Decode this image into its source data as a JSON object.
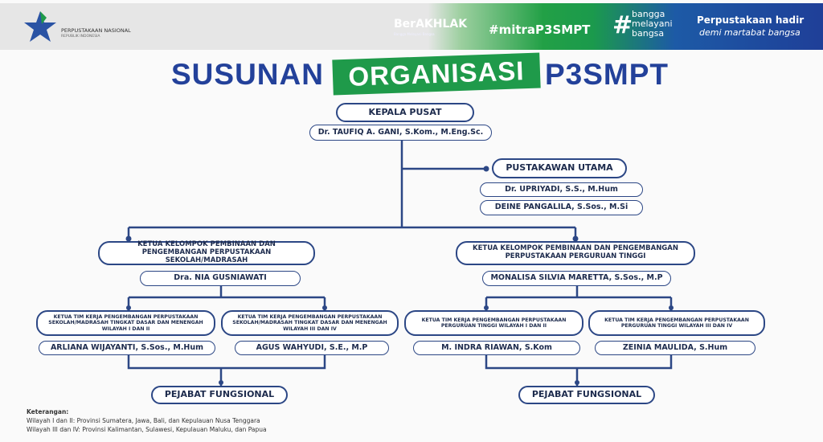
{
  "header": {
    "logo_title": "PERPUSTAKAAN NASIONAL",
    "logo_subtitle": "REPUBLIK INDONESIA",
    "berakhlak": "BerAKHLAK",
    "berakhlak_sub": "Bangga Melayani Bangsa",
    "hashtag": "#mitraP3SMPT",
    "bangga": [
      "bangga",
      "melayani",
      "bangsa"
    ],
    "slogan_title": "Perpustakaan hadir",
    "slogan_sub": "demi martabat bangsa"
  },
  "title": {
    "part1": "SUSUNAN",
    "part2": "ORGANISASI",
    "part3": "P3SMPT"
  },
  "kepala": {
    "role": "KEPALA PUSAT",
    "name": "Dr. TAUFIQ A. GANI, S.Kom., M.Eng.Sc."
  },
  "pustakawan": {
    "role": "PUSTAKAWAN UTAMA",
    "names": [
      "Dr. UPRIYADI, S.S., M.Hum",
      "DEINE PANGALILA, S.Sos., M.Si"
    ]
  },
  "left": {
    "role": "KETUA KELOMPOK PEMBINAAN DAN PENGEMBANGAN PERPUSTAKAAN SEKOLAH/MADRASAH",
    "name": "Dra. NIA GUSNIAWATI",
    "teams": [
      {
        "role": "KETUA TIM KERJA PENGEMBANGAN PERPUSTAKAAN SEKOLAH/MADRASAH TINGKAT DASAR DAN MENENGAH WILAYAH I DAN II",
        "name": "ARLIANA WIJAYANTI, S.Sos., M.Hum"
      },
      {
        "role": "KETUA TIM KERJA PENGEMBANGAN PERPUSTAKAAN SEKOLAH/MADRASAH TINGKAT DASAR DAN MENENGAH WILAYAH III DAN IV",
        "name": "AGUS WAHYUDI, S.E., M.P"
      }
    ],
    "fungsional": "PEJABAT FUNGSIONAL"
  },
  "right": {
    "role": "KETUA KELOMPOK PEMBINAAN DAN PENGEMBANGAN PERPUSTAKAAN PERGURUAN TINGGI",
    "name": "MONALISA SILVIA MARETTA, S.Sos., M.P",
    "teams": [
      {
        "role": "KETUA TIM KERJA PENGEMBANGAN PERPUSTAKAAN PERGURUAN TINGGI WILAYAH I DAN II",
        "name": "M. INDRA RIAWAN, S.Kom"
      },
      {
        "role": "KETUA TIM KERJA PENGEMBANGAN PERPUSTAKAAN PERGURUAN TINGGI WILAYAH III DAN IV",
        "name": "ZEINIA MAULIDA, S.Hum"
      }
    ],
    "fungsional": "PEJABAT FUNGSIONAL"
  },
  "notes": {
    "heading": "Keterangan:",
    "lines": [
      "Wilayah I dan II: Provinsi Sumatera, Jawa, Bali, dan Kepulauan Nusa Tenggara",
      "Wilayah III dan IV: Provinsi Kalimantan, Sulawesi, Kepulauan Maluku, dan Papua"
    ]
  }
}
